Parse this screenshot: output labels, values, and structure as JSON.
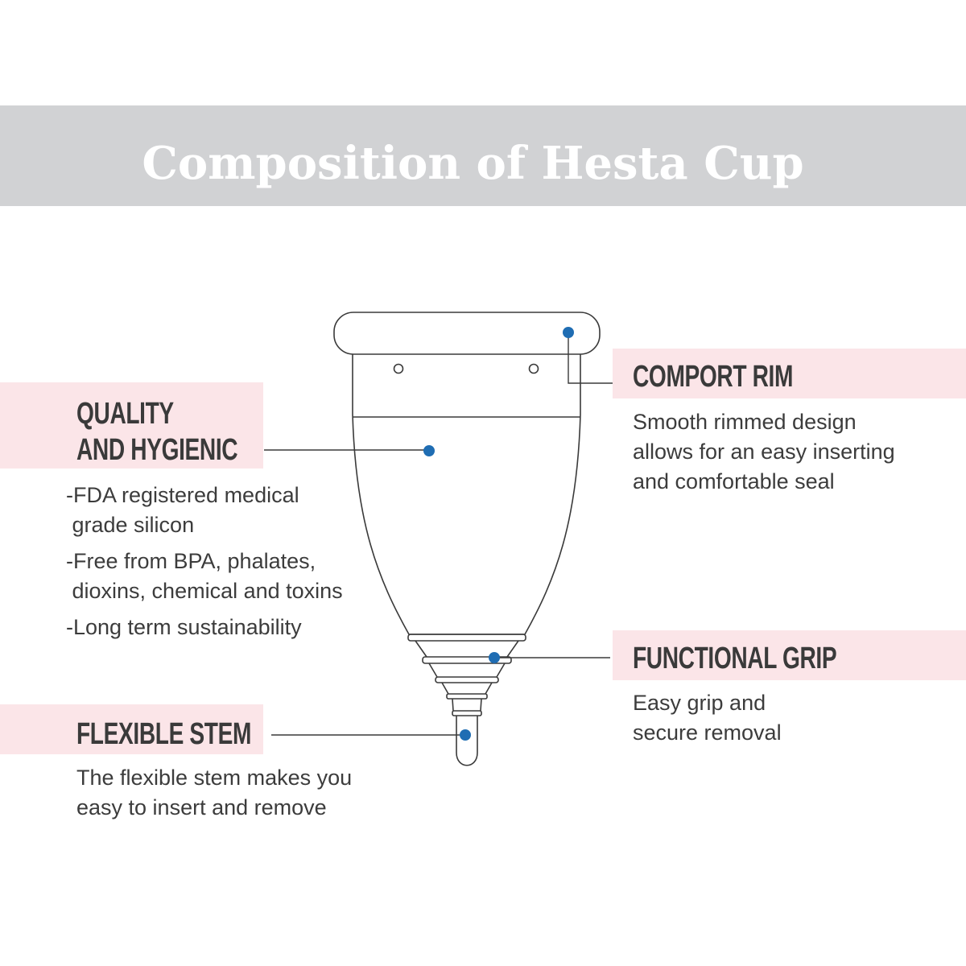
{
  "title": "Composition of Hesta Cup",
  "colors": {
    "title_band": "#d1d2d4",
    "label_band": "#fbe5e8",
    "marker_dot": "#1f6db3",
    "outline": "#3a3a3a"
  },
  "callouts": {
    "quality": {
      "heading_line1": "QUALITY",
      "heading_line2": "AND HYGIENIC",
      "bullets": [
        {
          "line1": "-FDA registered medical",
          "line2": " grade silicon"
        },
        {
          "line1": "-Free from BPA, phalates,",
          "line2": " dioxins, chemical and toxins"
        },
        {
          "line1": "-Long term sustainability",
          "line2": ""
        }
      ]
    },
    "rim": {
      "heading": "COMPORT RIM",
      "lines": [
        "Smooth rimmed design",
        "allows for an easy inserting",
        "and comfortable seal"
      ]
    },
    "grip": {
      "heading": "FUNCTIONAL GRIP",
      "lines": [
        "Easy grip and",
        "secure removal"
      ]
    },
    "stem": {
      "heading": "FLEXIBLE STEM",
      "lines": [
        "The flexible stem makes you",
        "easy to insert and remove"
      ]
    }
  }
}
